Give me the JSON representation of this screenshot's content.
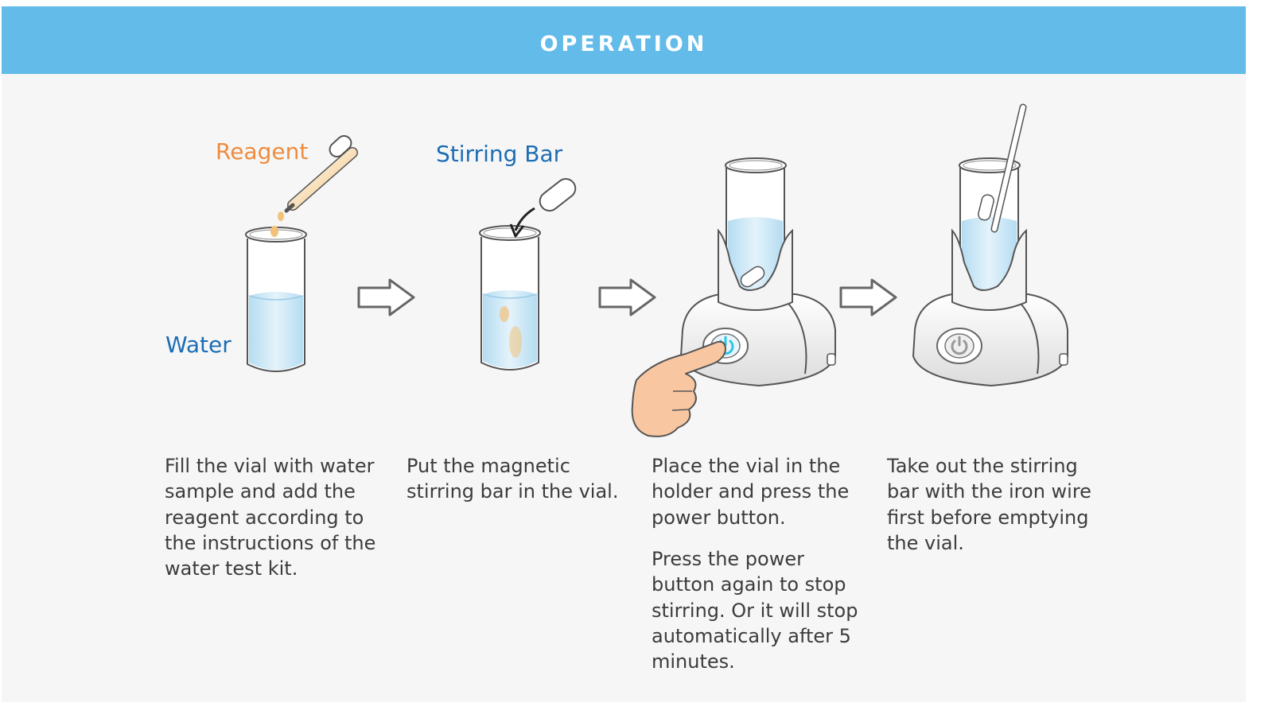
{
  "header": {
    "title": "OPERATION"
  },
  "labels": {
    "reagent": "Reagent",
    "water": "Water",
    "stirring_bar": "Stirring Bar"
  },
  "steps": [
    {
      "text": "Fill the vial with water sample and add the reagent according to the instructions of the water test kit."
    },
    {
      "text": "Put the magnetic stirring bar in the vial."
    },
    {
      "text": "Place the vial in the holder and press the power button.",
      "note": "Press the power button again to stop stirring. Or it will stop automatically after 5 minutes."
    },
    {
      "text": "Take out the stirring bar with the iron wire first before emptying the vial."
    }
  ],
  "colors": {
    "header": "#62bbe9",
    "accent_blue": "#1c6db4",
    "accent_orange": "#ee8c3e",
    "water": "#cfe8f6",
    "power_glow": "#2ec4e8"
  },
  "icons": [
    "dropper-icon",
    "arrow-right-icon",
    "power-icon",
    "hand-pointer-icon"
  ]
}
